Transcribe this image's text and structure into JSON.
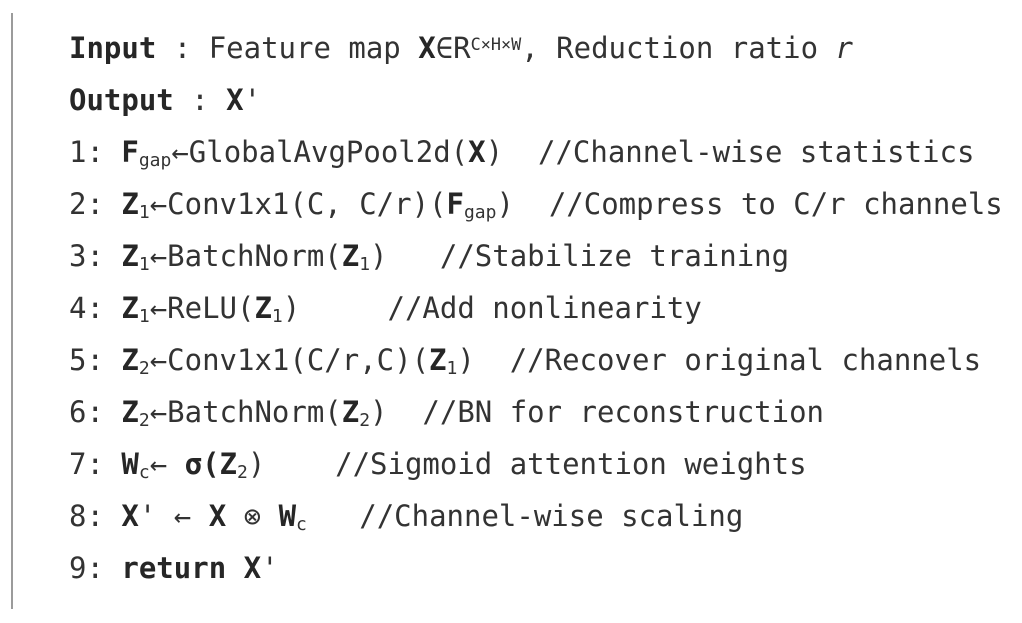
{
  "page": {
    "background": "#ffffff",
    "text_color": "#333333",
    "bold_text_color": "#262626",
    "rule_color": "#9b9b9b"
  },
  "algorithm": {
    "lines": [
      {
        "name": "input-line",
        "text": "**Input** : Feature map **X**∈R^{C×H×W}, Reduction ratio /{r}"
      },
      {
        "name": "output-line",
        "text": "**Output** : **X**'"
      },
      {
        "name": "step-1",
        "text": "1: **F**~{gap}←GlobalAvgPool2d(**X**)  //Channel-wise statistics"
      },
      {
        "name": "step-2",
        "text": "2: **Z**~{1}←Conv1x1(C, C/r)(**F**~{gap})  //Compress to C/r channels"
      },
      {
        "name": "step-3",
        "text": "3: **Z**~{1}←BatchNorm(**Z**~{1})   //Stabilize training"
      },
      {
        "name": "step-4",
        "text": "4: **Z**~{1}←ReLU(**Z**~{1})     //Add nonlinearity"
      },
      {
        "name": "step-5",
        "text": "5: **Z**~{2}←Conv1x1(C/r,C)(**Z**~{1})  //Recover original channels"
      },
      {
        "name": "step-6",
        "text": "6: **Z**~{2}←BatchNorm(**Z**~{2})  //BN for reconstruction"
      },
      {
        "name": "step-7",
        "text": "7: **W**~{c}← **σ(Z**~{2})    //Sigmoid attention weights"
      },
      {
        "name": "step-8",
        "text": "8: **X**' ← **X** ⊗ **W**~{c}   //Channel-wise scaling"
      },
      {
        "name": "step-9",
        "text": "9: **return X**'"
      }
    ]
  }
}
